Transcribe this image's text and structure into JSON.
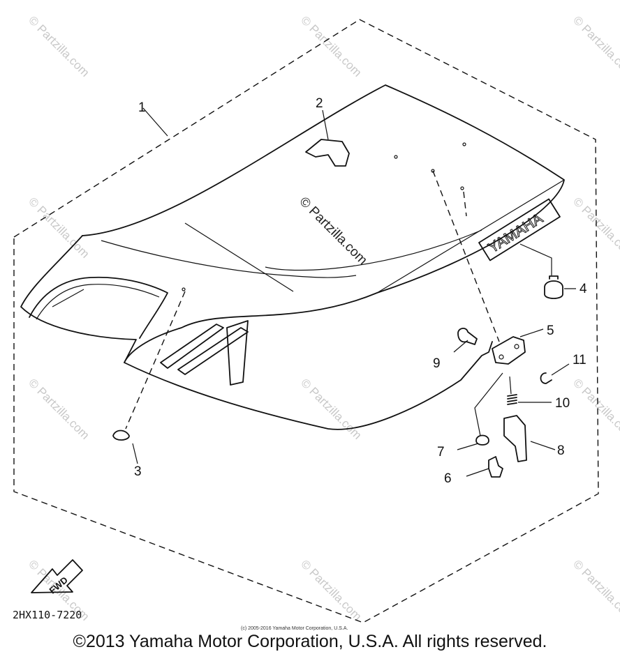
{
  "diagram": {
    "callouts": [
      "1",
      "2",
      "3",
      "4",
      "5",
      "6",
      "7",
      "8",
      "9",
      "10",
      "11"
    ],
    "seat_logo": "YAMAHA",
    "fwd_label": "FWD",
    "part_number": "2HX110-7220",
    "watermark": "© Partzilla.com",
    "small_copyright": "(c) 2005-2016 Yamaha Motor Corporation, U.S.A.",
    "footer": "©2013 Yamaha Motor Corporation, U.S.A. All rights reserved."
  }
}
